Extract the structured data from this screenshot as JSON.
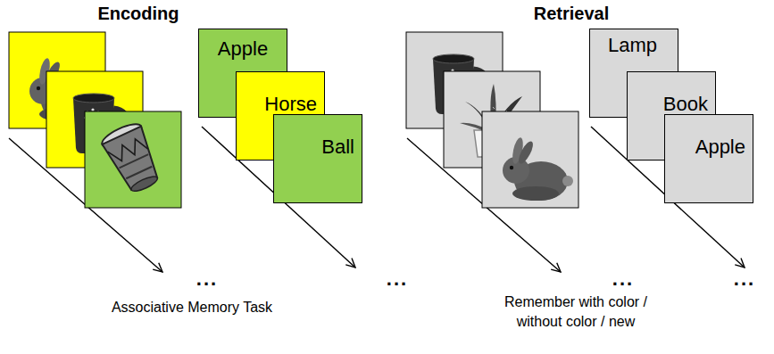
{
  "diagram": {
    "nodes": [
      {
        "text": [
          "Apple"
        ]
      },
      {
        "text": [
          "Horse"
        ]
      },
      {
        "text": [
          "Ball"
        ]
      },
      {
        "text": [
          "Lamp"
        ]
      },
      {
        "text": [
          "Book"
        ]
      },
      {
        "text": [
          "Apple"
        ]
      }
    ],
    "labels": [
      "Encoding",
      "Retrieval",
      "...",
      "...",
      "...",
      "...",
      "Associative Memory Task",
      "Remember with color / without color / new"
    ]
  }
}
